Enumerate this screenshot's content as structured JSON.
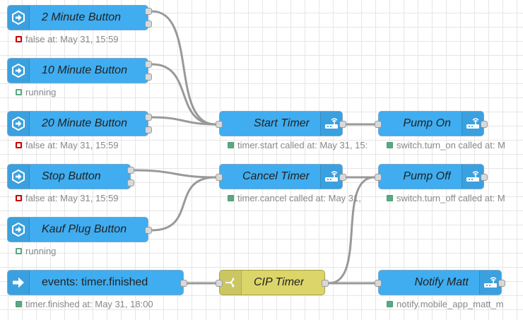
{
  "colors": {
    "node_blue": "#3fadf0",
    "node_yellow": "#dbd56a",
    "status_red": "#cc0000",
    "status_green": "#5aa882",
    "wire": "#999999"
  },
  "nodes": {
    "btn2": {
      "label": "2 Minute Button",
      "icon": "ha-button-icon",
      "status": "false at: May 31, 15:59",
      "status_kind": "red-ring"
    },
    "btn10": {
      "label": "10 Minute Button",
      "icon": "ha-button-icon",
      "status": "running",
      "status_kind": "green-ring"
    },
    "btn20": {
      "label": "20 Minute Button",
      "icon": "ha-button-icon",
      "status": "false at: May 31, 15:59",
      "status_kind": "red-ring"
    },
    "btnStop": {
      "label": "Stop Button",
      "icon": "ha-button-icon",
      "status": "false at: May 31, 15:59",
      "status_kind": "red-ring"
    },
    "btnKauf": {
      "label": "Kauf Plug Button",
      "icon": "ha-button-icon",
      "status": "running",
      "status_kind": "green-ring"
    },
    "events": {
      "label": "events: timer.finished",
      "icon": "arrow-right-icon",
      "status": "timer.finished at: May 31, 18:00",
      "status_kind": "green-dot"
    },
    "startTimer": {
      "label": "Start Timer",
      "icon": "router-icon",
      "status": "timer.start called at: May 31, 15:",
      "status_kind": "green-dot"
    },
    "cancelTimer": {
      "label": "Cancel Timer",
      "icon": "router-icon",
      "status": "timer.cancel called at: May 31,",
      "status_kind": "green-dot"
    },
    "cipTimer": {
      "label": "CIP Timer",
      "icon": "switch-icon"
    },
    "pumpOn": {
      "label": "Pump On",
      "icon": "router-icon",
      "status": "switch.turn_on called at: M",
      "status_kind": "green-dot"
    },
    "pumpOff": {
      "label": "Pump Off",
      "icon": "router-icon",
      "status": "switch.turn_off called at: M",
      "status_kind": "green-dot"
    },
    "notifyMatt": {
      "label": "Notify Matt",
      "icon": "router-icon",
      "status": "notify.mobile_app_matt_m",
      "status_kind": "green-dot"
    }
  }
}
